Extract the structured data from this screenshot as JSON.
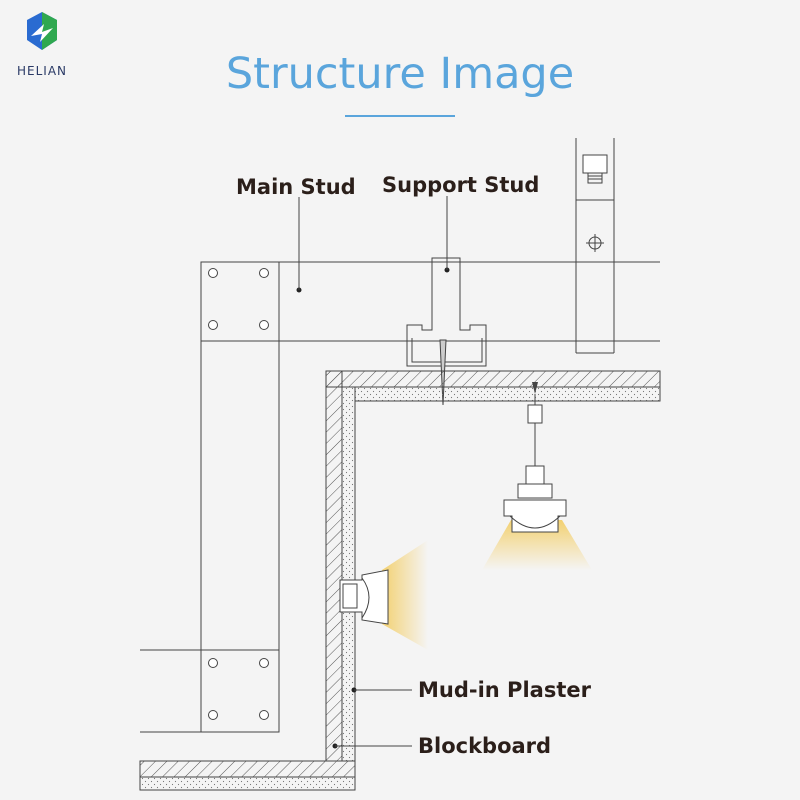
{
  "brand": {
    "name": "HELIAN"
  },
  "title": "Structure Image",
  "labels": {
    "main_stud": "Main Stud",
    "support_stud": "Support Stud",
    "mud_in_plaster": "Mud-in Plaster",
    "blockboard": "Blockboard"
  },
  "colors": {
    "title_blue": "#5aa5dc",
    "label_text": "#2b1f1a",
    "line": "#444444",
    "light_glow": "#f5d87e",
    "brand_blue": "#2a6bd1",
    "brand_green": "#2fa84f"
  }
}
